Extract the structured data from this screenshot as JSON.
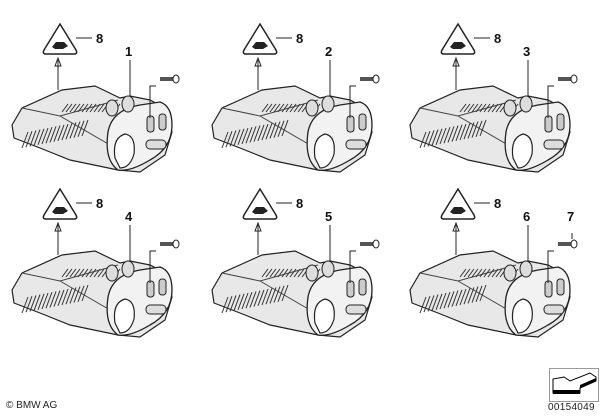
{
  "diagram": {
    "units": [
      {
        "part_number": "1",
        "symbol_label": "8"
      },
      {
        "part_number": "2",
        "symbol_label": "8"
      },
      {
        "part_number": "3",
        "symbol_label": "8"
      },
      {
        "part_number": "4",
        "symbol_label": "8"
      },
      {
        "part_number": "5",
        "symbol_label": "8"
      },
      {
        "part_number": "6",
        "symbol_label": "8",
        "screw_label": "7"
      }
    ]
  },
  "footer": {
    "copyright": "© BMW AG",
    "diagram_id": "00154049"
  }
}
